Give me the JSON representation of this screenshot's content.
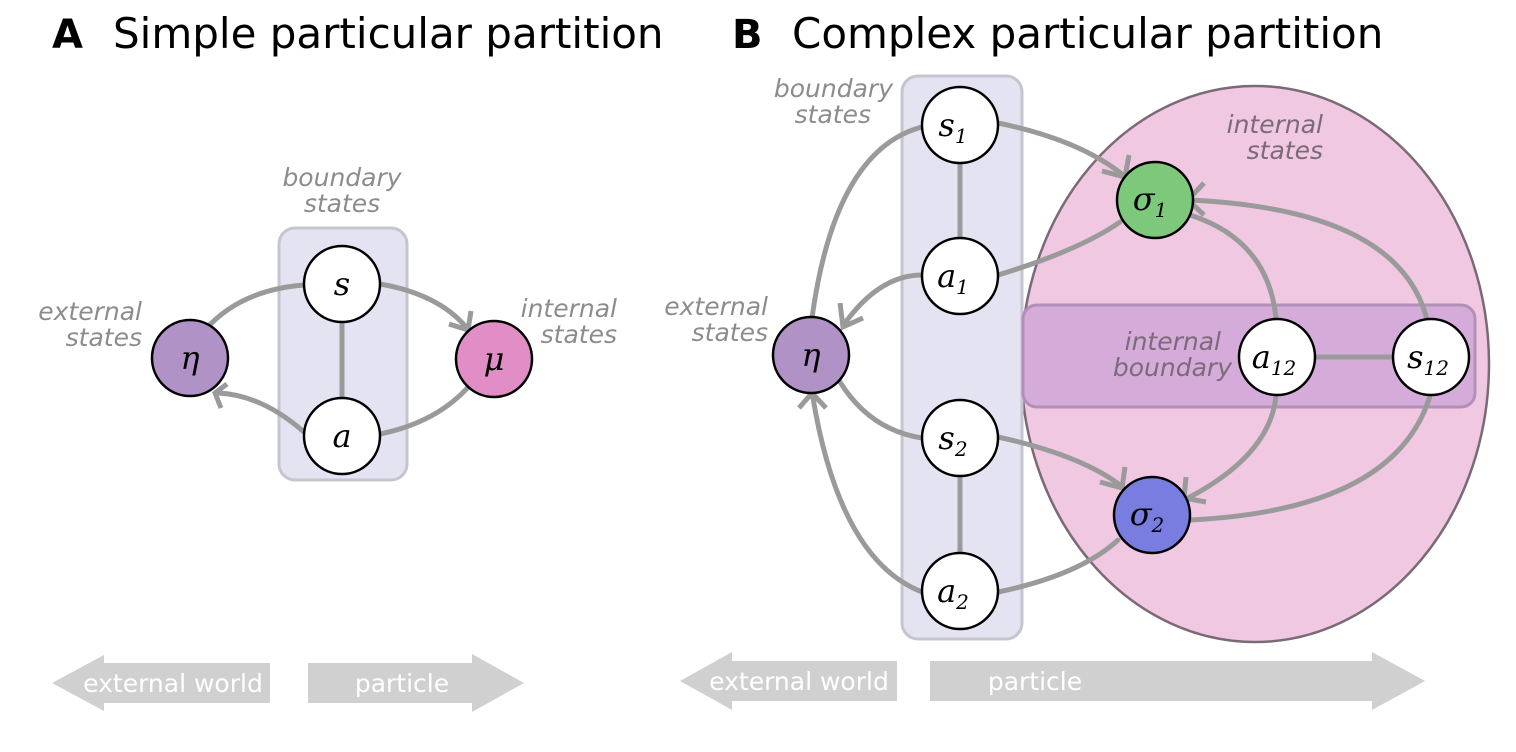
{
  "panel_a": {
    "letter": "A",
    "title": "Simple particular partition",
    "boundary_label": [
      "boundary",
      "states"
    ],
    "external_label": [
      "external",
      "states"
    ],
    "internal_label": [
      "internal",
      "states"
    ],
    "nodes": {
      "s": {
        "main": "s",
        "sub": ""
      },
      "a": {
        "main": "a",
        "sub": ""
      },
      "eta": {
        "main": "η",
        "sub": ""
      },
      "mu": {
        "main": "μ",
        "sub": ""
      }
    },
    "arrow_left": "external world",
    "arrow_right": "particle"
  },
  "panel_b": {
    "letter": "B",
    "title": "Complex particular partition",
    "boundary_label": [
      "boundary",
      "states"
    ],
    "external_label": [
      "external",
      "states"
    ],
    "internal_label": [
      "internal",
      "states"
    ],
    "internal_boundary_label": [
      "internal",
      "boundary"
    ],
    "nodes": {
      "s1": {
        "main": "s",
        "sub": "1"
      },
      "a1": {
        "main": "a",
        "sub": "1"
      },
      "s2": {
        "main": "s",
        "sub": "2"
      },
      "a2": {
        "main": "a",
        "sub": "2"
      },
      "eta": {
        "main": "η",
        "sub": ""
      },
      "sigma1": {
        "main": "σ",
        "sub": "1"
      },
      "sigma2": {
        "main": "σ",
        "sub": "2"
      },
      "a12": {
        "main": "a",
        "sub": "12"
      },
      "s12": {
        "main": "s",
        "sub": "12"
      }
    },
    "arrow_left": "external world",
    "arrow_right": "particle"
  },
  "colors": {
    "boundary_fill": "#e3e3f1",
    "boundary_stroke": "#c5c5cf",
    "internal_fill": "#f0c8e2",
    "internal_stroke": "#7a6a76",
    "internal_boundary_fill": "#d5abd9",
    "internal_boundary_stroke": "#b28fb8",
    "eta": "#b092c6",
    "mu": "#e08ec5",
    "sigma1": "#7dc87b",
    "sigma2": "#7a7de0",
    "edge": "#9a9a9a",
    "bottom_arrow": "#d0d0d0"
  }
}
